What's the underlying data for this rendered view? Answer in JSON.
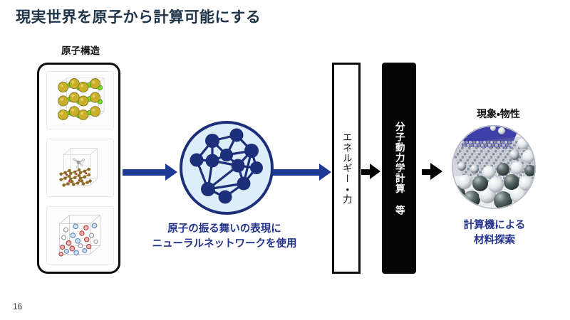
{
  "slide": {
    "title": "現実世界を原子から計算可能にする",
    "page_number": "16"
  },
  "left": {
    "label": "原子構造",
    "cards": [
      {
        "name": "gold-green-lattice",
        "description": "金色と緑の原子からなる結晶構造"
      },
      {
        "name": "molecule-on-surface",
        "description": "セル中の分子と茶色の結晶表面"
      },
      {
        "name": "mixed-oxide-cell",
        "description": "赤・青・灰色の原子を含む立方セル"
      }
    ]
  },
  "network": {
    "caption_line1": "原子の振る舞いの表現に",
    "caption_line2": "ニューラルネットワークを使用",
    "icon": "neural-network-graph-icon"
  },
  "boxes": {
    "energy": "エネルギー・力",
    "md": "分子動力学計算 等"
  },
  "result": {
    "label": "現象・物性",
    "image": "molecular-simulation-circle",
    "caption_line1": "計算機による",
    "caption_line2": "材料探索"
  },
  "arrows": {
    "arrow_structure_to_network": "blue-right-arrow",
    "arrow_network_to_energy": "blue-right-arrow",
    "arrow_energy_to_md": "black-right-arrow",
    "arrow_md_to_result": "black-right-arrow"
  },
  "colors": {
    "title": "#1f3448",
    "accent_blue": "#24348c",
    "arrow_blue": "#1f3a93",
    "node_blue": "#1d2f7a",
    "circle_fill": "#ddeefb",
    "black": "#0c0c0c"
  }
}
